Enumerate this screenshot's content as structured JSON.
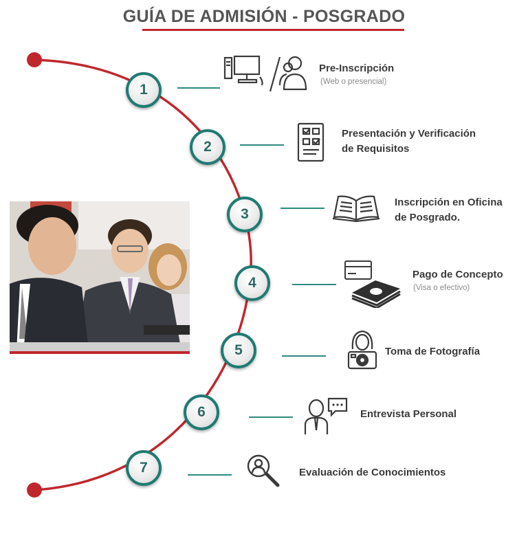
{
  "header": {
    "title": "GUÍA DE ADMISIÓN - POSGRADO"
  },
  "colors": {
    "accent_red": "#c0272d",
    "teal": "#1f7a72",
    "text": "#3a3a3a"
  },
  "steps": [
    {
      "number": "1",
      "title": "Pre-Inscripción",
      "title2": "",
      "subtitle": "(Web o presencial)",
      "icon": "computer-user-icon"
    },
    {
      "number": "2",
      "title": "Presentación y Verificación",
      "title2": "de Requisitos",
      "subtitle": "",
      "icon": "checklist-icon"
    },
    {
      "number": "3",
      "title": "Inscripción en Oficina",
      "title2": "de Posgrado.",
      "subtitle": "",
      "icon": "open-book-icon"
    },
    {
      "number": "4",
      "title": "Pago de Concepto",
      "title2": "",
      "subtitle": "(Visa o efectivo)",
      "icon": "card-cash-icon"
    },
    {
      "number": "5",
      "title": "Toma de Fotografía",
      "title2": "",
      "subtitle": "",
      "icon": "photo-camera-icon"
    },
    {
      "number": "6",
      "title": "Entrevista Personal",
      "title2": "",
      "subtitle": "",
      "icon": "interview-icon"
    },
    {
      "number": "7",
      "title": "Evaluación de Conocimientos",
      "title2": "",
      "subtitle": "",
      "icon": "magnifier-person-icon"
    }
  ]
}
